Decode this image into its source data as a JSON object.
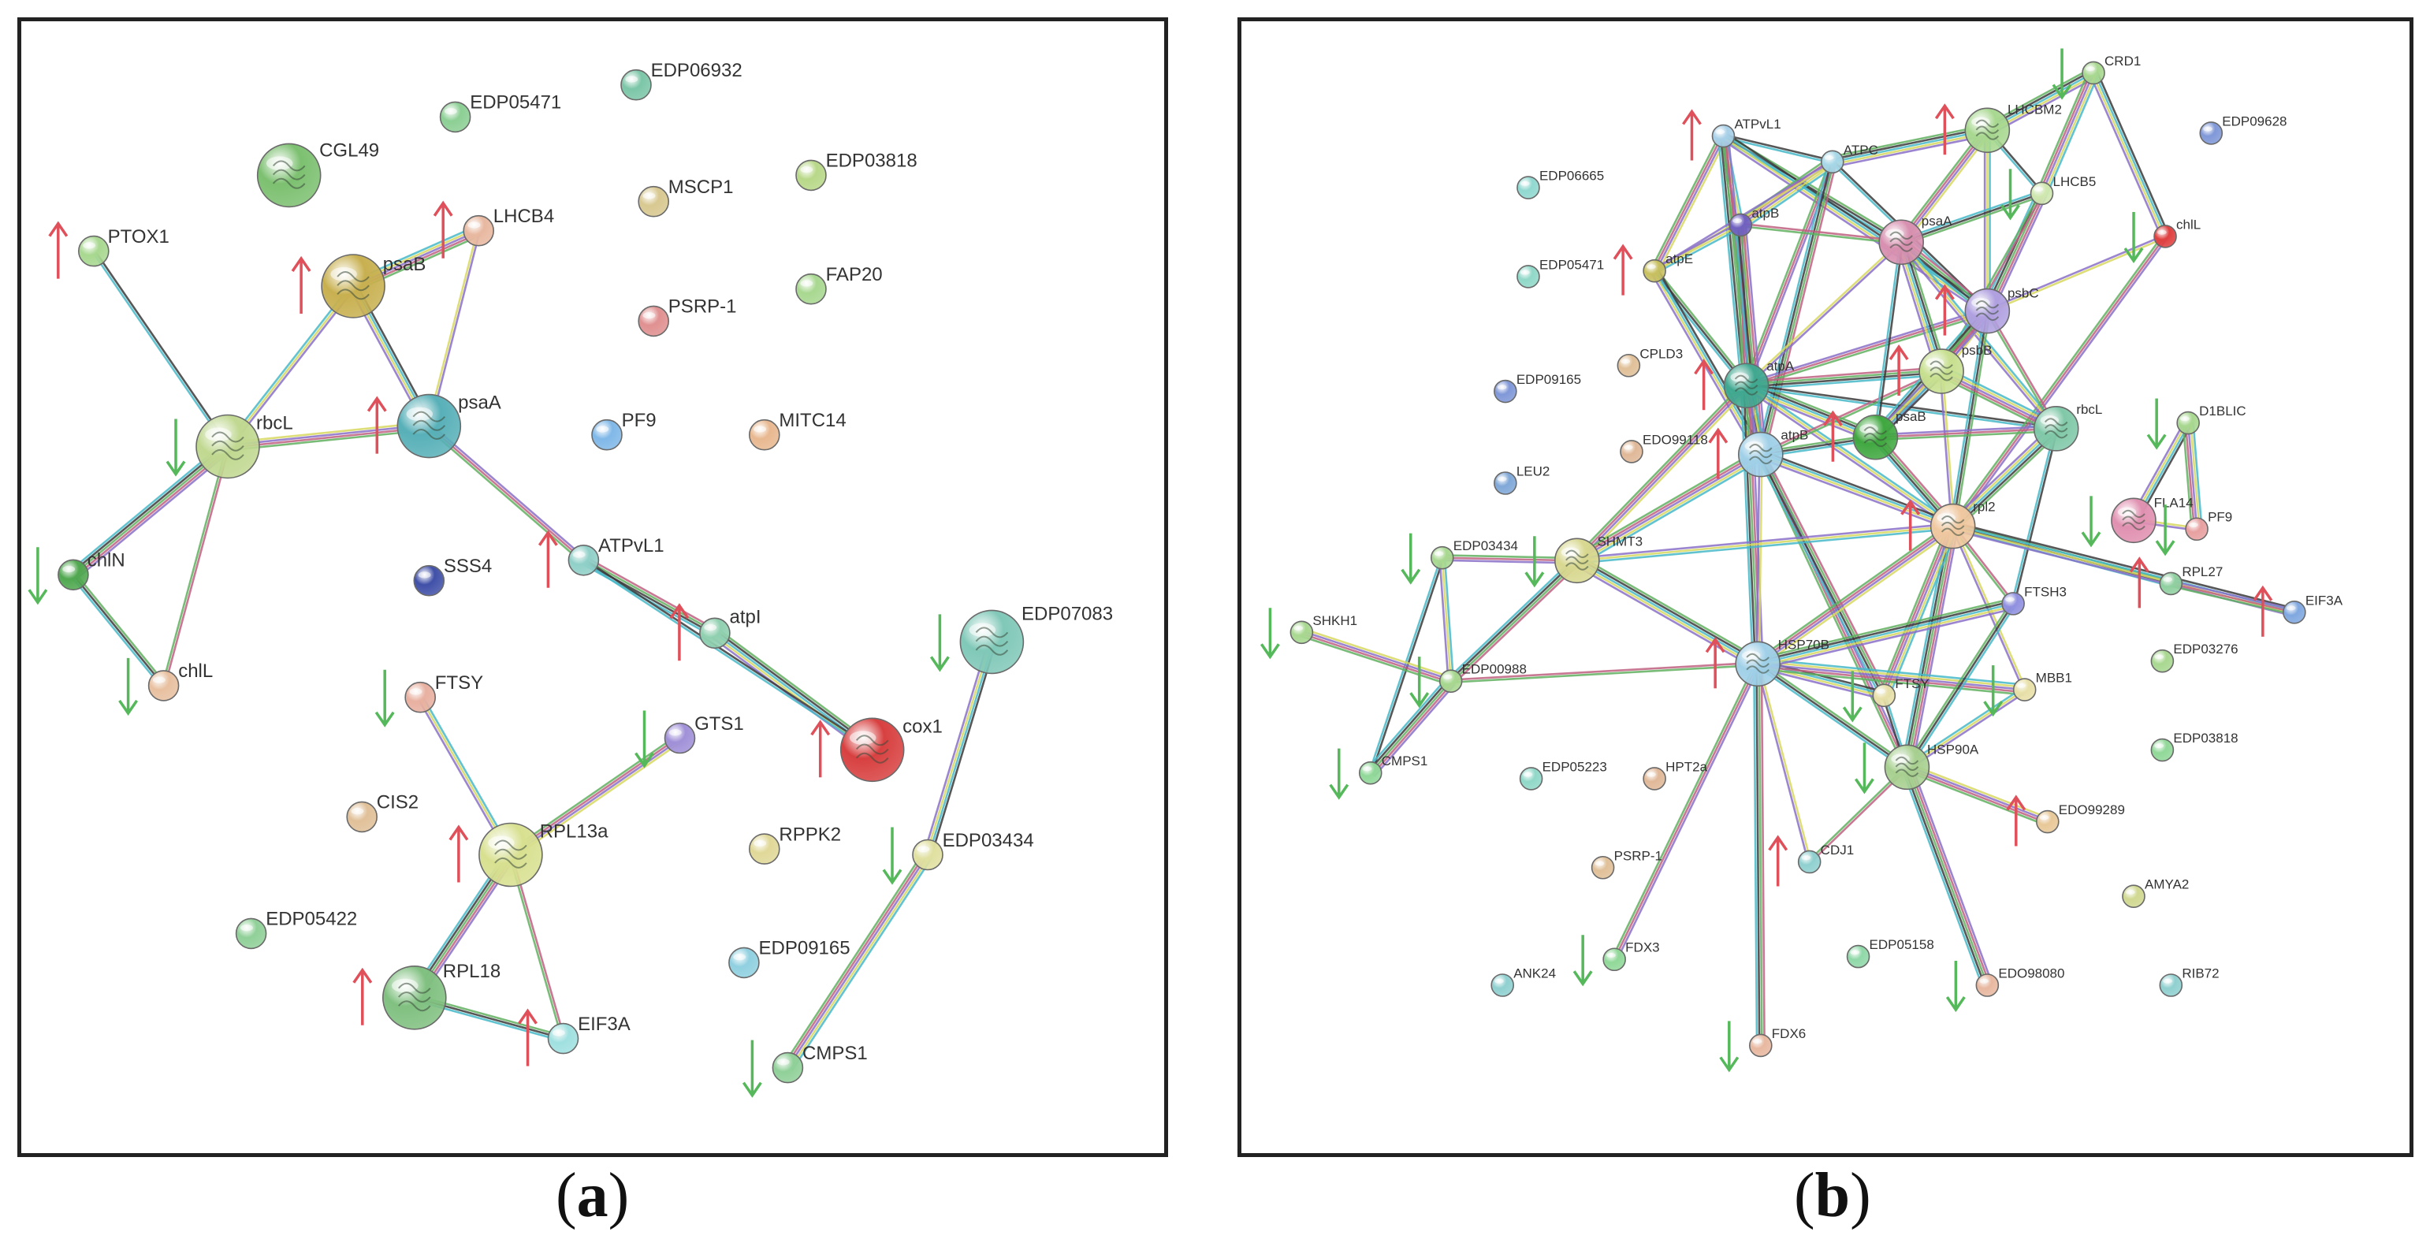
{
  "captions": {
    "a": "a",
    "b": "b"
  },
  "colors": {
    "up_arrow": "#e0505a",
    "down_arrow": "#55b85a",
    "frame": "#222222"
  },
  "panel_a": {
    "nodes": [
      {
        "id": "EDP06932",
        "label": "EDP06932",
        "color": "#7cc6a8",
        "size": "s"
      },
      {
        "id": "EDP05471",
        "label": "EDP05471",
        "color": "#8ccf94",
        "size": "s"
      },
      {
        "id": "CGL49",
        "label": "CGL49",
        "color": "#7cc070",
        "size": "l",
        "structure": true
      },
      {
        "id": "EDP03818",
        "label": "EDP03818",
        "color": "#b8d888",
        "size": "s"
      },
      {
        "id": "PTOX1",
        "label": "PTOX1",
        "color": "#a8d890",
        "size": "s",
        "regulation": "up"
      },
      {
        "id": "LHCB4",
        "label": "LHCB4",
        "color": "#e8b8a0",
        "size": "s",
        "regulation": "up"
      },
      {
        "id": "MSCP1",
        "label": "MSCP1",
        "color": "#d8c890",
        "size": "s"
      },
      {
        "id": "psaB",
        "label": "psaB",
        "color": "#c8b050",
        "size": "l",
        "structure": true,
        "regulation": "up"
      },
      {
        "id": "FAP20",
        "label": "FAP20",
        "color": "#a8d890",
        "size": "s"
      },
      {
        "id": "PSRP-1",
        "label": "PSRP-1",
        "color": "#e09090",
        "size": "s"
      },
      {
        "id": "rbcL",
        "label": "rbcL",
        "color": "#c0d890",
        "size": "l",
        "structure": true,
        "regulation": "down"
      },
      {
        "id": "psaA",
        "label": "psaA",
        "color": "#58b0b8",
        "size": "l",
        "structure": true,
        "regulation": "up"
      },
      {
        "id": "PF9",
        "label": "PF9",
        "color": "#80b8e8",
        "size": "s"
      },
      {
        "id": "MITC14",
        "label": "MITC14",
        "color": "#e8b890",
        "size": "s"
      },
      {
        "id": "chlN",
        "label": "chlN",
        "color": "#50a850",
        "size": "s",
        "regulation": "down"
      },
      {
        "id": "SSS4",
        "label": "SSS4",
        "color": "#4050a8",
        "size": "s"
      },
      {
        "id": "ATPvL1",
        "label": "ATPvL1",
        "color": "#90d0c8",
        "size": "s",
        "regulation": "up"
      },
      {
        "id": "EDP07083",
        "label": "EDP07083",
        "color": "#80c8b8",
        "size": "l",
        "structure": true,
        "regulation": "down"
      },
      {
        "id": "atpI",
        "label": "atpI",
        "color": "#90d0b0",
        "size": "s",
        "regulation": "up"
      },
      {
        "id": "chlL",
        "label": "chlL",
        "color": "#e8c0a0",
        "size": "s",
        "regulation": "down"
      },
      {
        "id": "FTSY",
        "label": "FTSY",
        "color": "#e8b0a0",
        "size": "s",
        "regulation": "down"
      },
      {
        "id": "GTS1",
        "label": "GTS1",
        "color": "#a090d8",
        "size": "s",
        "regulation": "down"
      },
      {
        "id": "cox1",
        "label": "cox1",
        "color": "#d84040",
        "size": "l",
        "structure": true,
        "regulation": "up"
      },
      {
        "id": "CIS2",
        "label": "CIS2",
        "color": "#e0c098",
        "size": "s"
      },
      {
        "id": "RPL13a",
        "label": "RPL13a",
        "color": "#d8e090",
        "size": "l",
        "structure": true,
        "regulation": "up"
      },
      {
        "id": "RPPK2",
        "label": "RPPK2",
        "color": "#e0d898",
        "size": "s"
      },
      {
        "id": "EDP03434",
        "label": "EDP03434",
        "color": "#e0e0a0",
        "size": "s",
        "regulation": "down"
      },
      {
        "id": "EDP05422",
        "label": "EDP05422",
        "color": "#90d098",
        "size": "s"
      },
      {
        "id": "EDP09165",
        "label": "EDP09165",
        "color": "#90d0e0",
        "size": "s"
      },
      {
        "id": "RPL18",
        "label": "RPL18",
        "color": "#80c080",
        "size": "l",
        "structure": true,
        "regulation": "up"
      },
      {
        "id": "EIF3A",
        "label": "EIF3A",
        "color": "#a0e0e0",
        "size": "s",
        "regulation": "up"
      },
      {
        "id": "CMPS1",
        "label": "CMPS1",
        "color": "#90d098",
        "size": "s",
        "regulation": "down"
      }
    ],
    "edges": [
      [
        "PTOX1",
        "rbcL"
      ],
      [
        "rbcL",
        "psaB"
      ],
      [
        "rbcL",
        "psaA"
      ],
      [
        "rbcL",
        "chlN"
      ],
      [
        "rbcL",
        "chlL"
      ],
      [
        "chlN",
        "chlL"
      ],
      [
        "psaB",
        "psaA"
      ],
      [
        "psaB",
        "LHCB4"
      ],
      [
        "psaA",
        "LHCB4"
      ],
      [
        "psaA",
        "ATPvL1"
      ],
      [
        "ATPvL1",
        "atpI"
      ],
      [
        "atpI",
        "cox1"
      ],
      [
        "ATPvL1",
        "cox1"
      ],
      [
        "FTSY",
        "RPL13a"
      ],
      [
        "GTS1",
        "RPL13a"
      ],
      [
        "RPL13a",
        "RPL18"
      ],
      [
        "RPL13a",
        "EIF3A"
      ],
      [
        "RPL18",
        "EIF3A"
      ],
      [
        "EDP07083",
        "EDP03434"
      ],
      [
        "EDP03434",
        "CMPS1"
      ]
    ]
  },
  "panel_b": {
    "nodes": [
      {
        "id": "CRD1",
        "label": "CRD1",
        "color": "#a8d890",
        "size": "s",
        "regulation": "down"
      },
      {
        "id": "ATPvL1",
        "label": "ATPvL1",
        "color": "#a8d0e8",
        "size": "s",
        "regulation": "up"
      },
      {
        "id": "ATPC",
        "label": "ATPC",
        "color": "#a8d8e8",
        "size": "s"
      },
      {
        "id": "LHCBM2",
        "label": "LHCBM2",
        "color": "#a8d890",
        "size": "m",
        "structure": true,
        "regulation": "up"
      },
      {
        "id": "EDP09628",
        "label": "EDP09628",
        "color": "#8098d8",
        "size": "s"
      },
      {
        "id": "EDP06665",
        "label": "EDP06665",
        "color": "#90d8d0",
        "size": "s"
      },
      {
        "id": "atpB",
        "label": "atpB",
        "color": "#7060c0",
        "size": "s"
      },
      {
        "id": "LHCB5",
        "label": "LHCB5",
        "color": "#d0e8b0",
        "size": "s",
        "regulation": "down"
      },
      {
        "id": "psaA",
        "label": "psaA",
        "color": "#d890b0",
        "size": "m",
        "structure": true
      },
      {
        "id": "chlL",
        "label": "chlL",
        "color": "#e04040",
        "size": "s",
        "regulation": "down"
      },
      {
        "id": "EDP05471",
        "label": "EDP05471",
        "color": "#90d8c8",
        "size": "s"
      },
      {
        "id": "atpE",
        "label": "atpE",
        "color": "#c8c060",
        "size": "s",
        "regulation": "up"
      },
      {
        "id": "psbC",
        "label": "psbC",
        "color": "#b0a0e0",
        "size": "m",
        "structure": true,
        "regulation": "up"
      },
      {
        "id": "CPLD3",
        "label": "CPLD3",
        "color": "#e0c098",
        "size": "s"
      },
      {
        "id": "atpA",
        "label": "atpA",
        "color": "#40a890",
        "size": "m",
        "structure": true,
        "regulation": "up"
      },
      {
        "id": "psbB",
        "label": "psbB",
        "color": "#c8e090",
        "size": "m",
        "structure": true,
        "regulation": "up"
      },
      {
        "id": "EDP09165",
        "label": "EDP09165",
        "color": "#8098d8",
        "size": "s"
      },
      {
        "id": "D1BLIC",
        "label": "D1BLIC",
        "color": "#a8d890",
        "size": "s",
        "regulation": "down"
      },
      {
        "id": "rbcL",
        "label": "rbcL",
        "color": "#80c8a8",
        "size": "m",
        "structure": true
      },
      {
        "id": "EDO99118",
        "label": "EDO99118",
        "color": "#e0b898",
        "size": "s"
      },
      {
        "id": "atpB2",
        "label": "atpB",
        "color": "#a0d0e8",
        "size": "m",
        "structure": true,
        "regulation": "up"
      },
      {
        "id": "psaB",
        "label": "psaB",
        "color": "#40a840",
        "size": "m",
        "structure": true,
        "regulation": "up"
      },
      {
        "id": "LEU2",
        "label": "LEU2",
        "color": "#80a8d8",
        "size": "s"
      },
      {
        "id": "rpl2",
        "label": "rpl2",
        "color": "#f0c8a0",
        "size": "m",
        "structure": true,
        "regulation": "up"
      },
      {
        "id": "FLA14",
        "label": "FLA14",
        "color": "#e090b0",
        "size": "m",
        "structure": true,
        "regulation": "down"
      },
      {
        "id": "PF9",
        "label": "PF9",
        "color": "#e8a0a0",
        "size": "s",
        "regulation": "down"
      },
      {
        "id": "SHMT3",
        "label": "SHMT3",
        "color": "#d8d890",
        "size": "m",
        "structure": true,
        "regulation": "down"
      },
      {
        "id": "EDP03434",
        "label": "EDP03434",
        "color": "#a8d890",
        "size": "s",
        "regulation": "down"
      },
      {
        "id": "RPL27",
        "label": "RPL27",
        "color": "#90d0a0",
        "size": "s",
        "regulation": "up"
      },
      {
        "id": "EIF3A",
        "label": "EIF3A",
        "color": "#80a8e0",
        "size": "s",
        "regulation": "up"
      },
      {
        "id": "SHKH1",
        "label": "SHKH1",
        "color": "#a8d890",
        "size": "s",
        "regulation": "down"
      },
      {
        "id": "FTSH3",
        "label": "FTSH3",
        "color": "#9090e0",
        "size": "s"
      },
      {
        "id": "EDP03276",
        "label": "EDP03276",
        "color": "#a8d890",
        "size": "s"
      },
      {
        "id": "HSP70B",
        "label": "HSP70B",
        "color": "#a0d0e8",
        "size": "m",
        "structure": true,
        "regulation": "up"
      },
      {
        "id": "EDP00988",
        "label": "EDP00988",
        "color": "#a8d890",
        "size": "s",
        "regulation": "down"
      },
      {
        "id": "FTSY",
        "label": "FTSY",
        "color": "#e8e0a8",
        "size": "s",
        "regulation": "down"
      },
      {
        "id": "MBB1",
        "label": "MBB1",
        "color": "#e8e0a8",
        "size": "s",
        "regulation": "down"
      },
      {
        "id": "EDP03818",
        "label": "EDP03818",
        "color": "#90d898",
        "size": "s"
      },
      {
        "id": "HSP90A",
        "label": "HSP90A",
        "color": "#a8d090",
        "size": "m",
        "structure": true,
        "regulation": "down"
      },
      {
        "id": "CMPS1",
        "label": "CMPS1",
        "color": "#90d898",
        "size": "s",
        "regulation": "down"
      },
      {
        "id": "EDP05223",
        "label": "EDP05223",
        "color": "#90d8c8",
        "size": "s"
      },
      {
        "id": "HPT2a",
        "label": "HPT2a",
        "color": "#e0b898",
        "size": "s"
      },
      {
        "id": "EDO99289",
        "label": "EDO99289",
        "color": "#e8c898",
        "size": "s",
        "regulation": "up"
      },
      {
        "id": "CDJ1",
        "label": "CDJ1",
        "color": "#90d0d0",
        "size": "s",
        "regulation": "up"
      },
      {
        "id": "PSRP-1",
        "label": "PSRP-1",
        "color": "#e0c098",
        "size": "s"
      },
      {
        "id": "AMYA2",
        "label": "AMYA2",
        "color": "#d0d890",
        "size": "s"
      },
      {
        "id": "EDP05158",
        "label": "EDP05158",
        "color": "#90d8a8",
        "size": "s"
      },
      {
        "id": "FDX3",
        "label": "FDX3",
        "color": "#90d898",
        "size": "s",
        "regulation": "down"
      },
      {
        "id": "EDO98080",
        "label": "EDO98080",
        "color": "#e8b8a0",
        "size": "s",
        "regulation": "down"
      },
      {
        "id": "ANK24",
        "label": "ANK24",
        "color": "#90d0d0",
        "size": "s"
      },
      {
        "id": "RIB72",
        "label": "RIB72",
        "color": "#90d0d0",
        "size": "s"
      },
      {
        "id": "FDX6",
        "label": "FDX6",
        "color": "#e8b8a0",
        "size": "s",
        "regulation": "down"
      }
    ],
    "edges": [
      [
        "ATPvL1",
        "ATPC"
      ],
      [
        "ATPvL1",
        "atpB"
      ],
      [
        "ATPvL1",
        "atpE"
      ],
      [
        "ATPvL1",
        "atpA"
      ],
      [
        "ATPvL1",
        "atpB2"
      ],
      [
        "ATPvL1",
        "psaA"
      ],
      [
        "ATPvL1",
        "psbC"
      ],
      [
        "ATPC",
        "atpB"
      ],
      [
        "ATPC",
        "atpE"
      ],
      [
        "ATPC",
        "atpA"
      ],
      [
        "ATPC",
        "atpB2"
      ],
      [
        "ATPC",
        "LHCBM2"
      ],
      [
        "ATPC",
        "psbC"
      ],
      [
        "atpB",
        "atpE"
      ],
      [
        "atpB",
        "atpA"
      ],
      [
        "atpB",
        "atpB2"
      ],
      [
        "atpB",
        "psaA"
      ],
      [
        "atpE",
        "atpA"
      ],
      [
        "atpE",
        "atpB2"
      ],
      [
        "atpA",
        "atpB2"
      ],
      [
        "atpA",
        "psaA"
      ],
      [
        "atpA",
        "psbC"
      ],
      [
        "atpA",
        "psbB"
      ],
      [
        "atpA",
        "psaB"
      ],
      [
        "atpA",
        "rbcL"
      ],
      [
        "atpA",
        "rpl2"
      ],
      [
        "atpA",
        "SHMT3"
      ],
      [
        "atpA",
        "HSP70B"
      ],
      [
        "atpB2",
        "psbB"
      ],
      [
        "atpB2",
        "psaB"
      ],
      [
        "atpB2",
        "rpl2"
      ],
      [
        "atpB2",
        "SHMT3"
      ],
      [
        "atpB2",
        "HSP70B"
      ],
      [
        "atpB2",
        "HSP90A"
      ],
      [
        "atpB2",
        "FTSY"
      ],
      [
        "LHCBM2",
        "CRD1"
      ],
      [
        "LHCBM2",
        "LHCB5"
      ],
      [
        "LHCBM2",
        "psbC"
      ],
      [
        "LHCBM2",
        "psaA"
      ],
      [
        "LHCB5",
        "psbC"
      ],
      [
        "LHCB5",
        "psbB"
      ],
      [
        "LHCB5",
        "psaA"
      ],
      [
        "CRD1",
        "chlL"
      ],
      [
        "CRD1",
        "LHCB5"
      ],
      [
        "chlL",
        "psbC"
      ],
      [
        "chlL",
        "rpl2"
      ],
      [
        "psaA",
        "psbC"
      ],
      [
        "psaA",
        "psbB"
      ],
      [
        "psaA",
        "psaB"
      ],
      [
        "psaA",
        "rbcL"
      ],
      [
        "psbC",
        "psbB"
      ],
      [
        "psbC",
        "psaB"
      ],
      [
        "psbC",
        "rbcL"
      ],
      [
        "psbC",
        "rpl2"
      ],
      [
        "psbB",
        "psaB"
      ],
      [
        "psbB",
        "rbcL"
      ],
      [
        "psbB",
        "rpl2"
      ],
      [
        "psaB",
        "rbcL"
      ],
      [
        "psaB",
        "rpl2"
      ],
      [
        "rbcL",
        "rpl2"
      ],
      [
        "rbcL",
        "FTSH3"
      ],
      [
        "rpl2",
        "SHMT3"
      ],
      [
        "rpl2",
        "HSP70B"
      ],
      [
        "rpl2",
        "HSP90A"
      ],
      [
        "rpl2",
        "FTSH3"
      ],
      [
        "rpl2",
        "RPL27"
      ],
      [
        "rpl2",
        "EIF3A"
      ],
      [
        "rpl2",
        "FTSY"
      ],
      [
        "rpl2",
        "MBB1"
      ],
      [
        "SHMT3",
        "EDP03434"
      ],
      [
        "SHMT3",
        "EDP00988"
      ],
      [
        "SHMT3",
        "HSP70B"
      ],
      [
        "EDP03434",
        "CMPS1"
      ],
      [
        "EDP03434",
        "EDP00988"
      ],
      [
        "SHKH1",
        "EDP00988"
      ],
      [
        "EDP00988",
        "CMPS1"
      ],
      [
        "EDP00988",
        "HSP70B"
      ],
      [
        "HSP70B",
        "HSP90A"
      ],
      [
        "HSP70B",
        "FTSY"
      ],
      [
        "HSP70B",
        "MBB1"
      ],
      [
        "HSP70B",
        "CDJ1"
      ],
      [
        "HSP70B",
        "FDX3"
      ],
      [
        "HSP70B",
        "FDX6"
      ],
      [
        "HSP70B",
        "FTSH3"
      ],
      [
        "HSP90A",
        "FTSY"
      ],
      [
        "HSP90A",
        "MBB1"
      ],
      [
        "HSP90A",
        "EDO99289"
      ],
      [
        "HSP90A",
        "EDO98080"
      ],
      [
        "HSP90A",
        "CDJ1"
      ],
      [
        "HSP90A",
        "FTSH3"
      ],
      [
        "D1BLIC",
        "FLA14"
      ],
      [
        "D1BLIC",
        "PF9"
      ],
      [
        "FLA14",
        "PF9"
      ],
      [
        "RPL27",
        "EIF3A"
      ]
    ]
  }
}
